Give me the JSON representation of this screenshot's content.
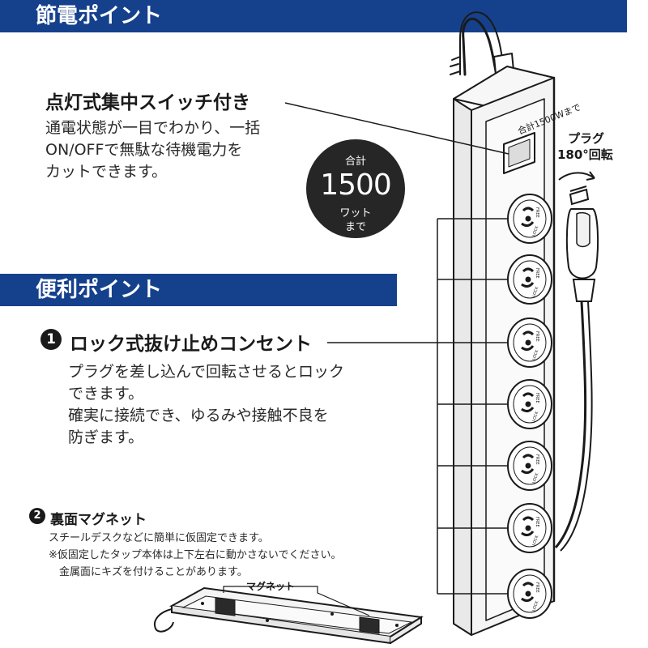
{
  "sections": {
    "energy_title": "節電ポイント",
    "convenience_title": "便利ポイント"
  },
  "switch_feature": {
    "heading": "点灯式集中スイッチ付き",
    "lines": [
      "通電状態が一目でわかり、一括",
      "ON/OFFで無駄な待機電力を",
      "カットできます。"
    ]
  },
  "badge": {
    "top": "合計",
    "number": "1500",
    "unit": "ワット",
    "bottom": "まで"
  },
  "strip_label": "合計1500Wまで",
  "plug_note": {
    "line1": "プラグ",
    "line2": "180°回転"
  },
  "lock_feature": {
    "number": "1",
    "heading": "ロック式抜け止めコンセント",
    "lines": [
      "プラグを差し込んで回転させるとロック",
      "できます。",
      "確実に接続でき、ゆるみや接触不良を",
      "防ぎます。"
    ]
  },
  "magnet_feature": {
    "number": "2",
    "heading": "裏面マグネット",
    "lines": [
      "スチールデスクなどに簡単に仮固定できます。",
      "※仮固定したタップ本体は上下左右に動かさないでください。",
      "　金属面にキズを付けることがあります。"
    ],
    "magnet_label": "マグネット"
  },
  "outlet_labels": {
    "free": "FREE",
    "lock": "LOCK"
  },
  "colors": {
    "band": "#15418c",
    "badge": "#262626",
    "strip": "#f4f4f4",
    "outline": "#1a1a1a"
  }
}
